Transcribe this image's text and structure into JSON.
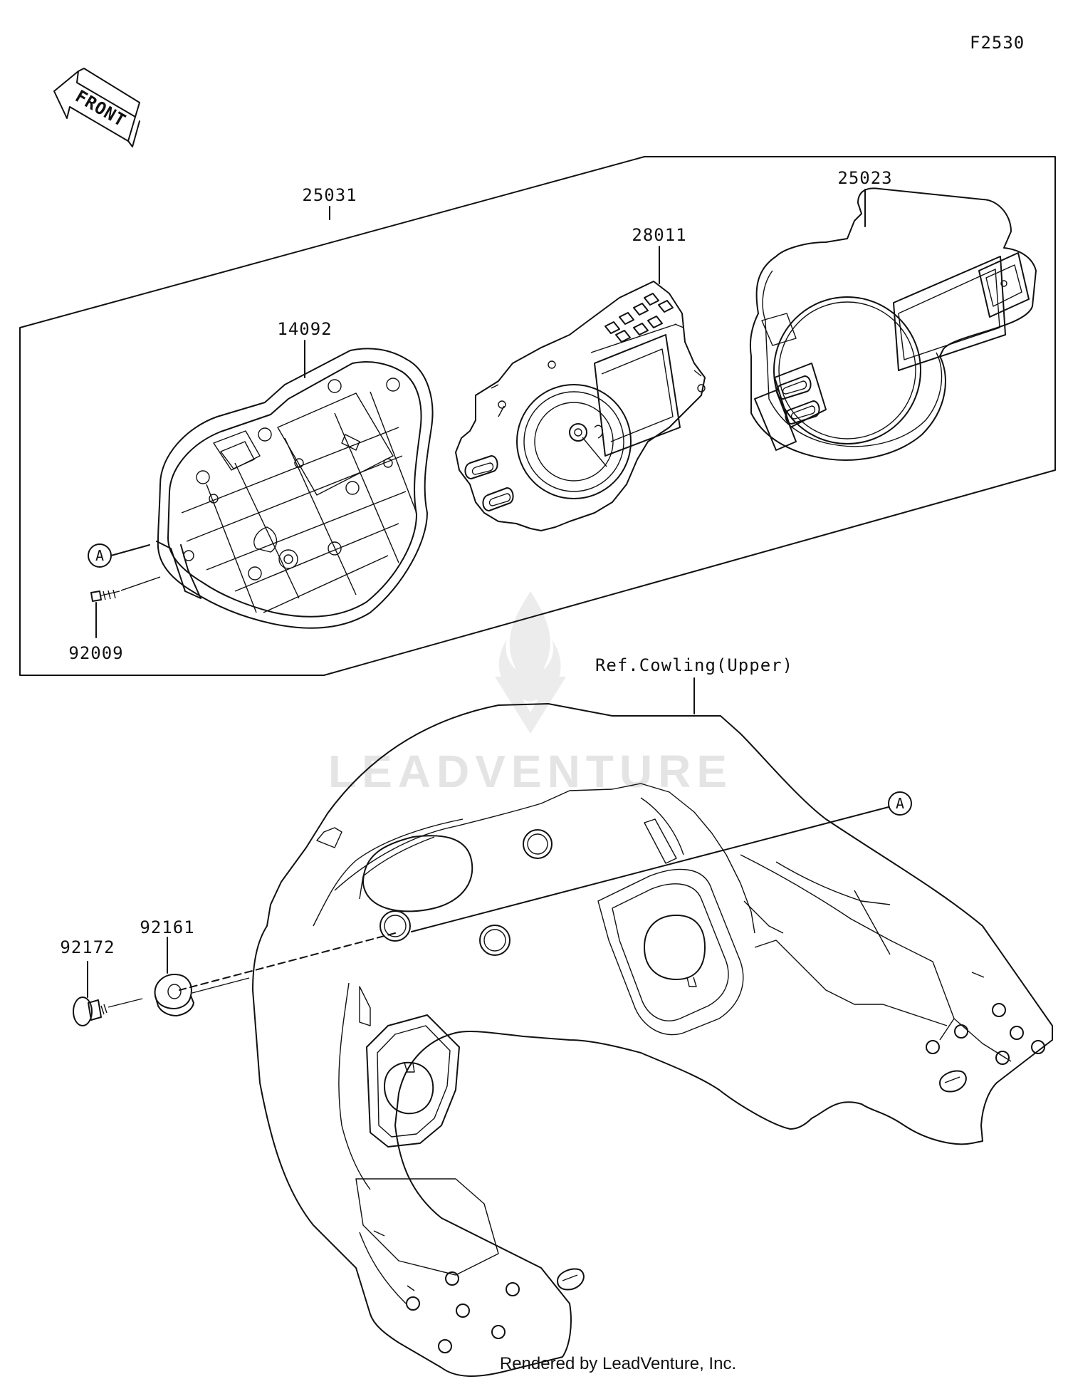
{
  "diagram": {
    "figure_code": "F2530",
    "front_arrow": "FRONT",
    "watermark": "LEADVENTURE",
    "footer": "Rendered by LeadVenture, Inc.",
    "labels": {
      "assembly": "25031",
      "meter_case_lower": "14092",
      "meter_unit": "28011",
      "meter_cover": "25023",
      "screw": "92009",
      "ref_cowling": "Ref.Cowling(Upper)",
      "grommet": "92161",
      "bolt": "92172"
    },
    "callout": "A"
  }
}
